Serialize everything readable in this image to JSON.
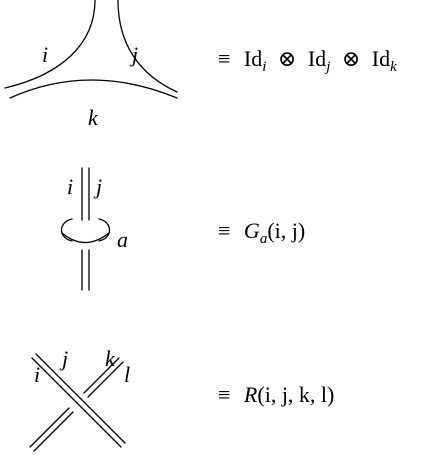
{
  "rows": [
    {
      "id": "vertex",
      "labels": {
        "i": "i",
        "j": "j",
        "k": "k"
      },
      "equation": {
        "equiv": "≡",
        "id": "Id",
        "otimes": "⊗",
        "sub_i": "i",
        "sub_j": "j",
        "sub_k": "k"
      }
    },
    {
      "id": "loop",
      "labels": {
        "i": "i",
        "j": "j",
        "a": "a"
      },
      "equation": {
        "equiv": "≡",
        "G": "G",
        "sub_a": "a",
        "args": "(i, j)"
      }
    },
    {
      "id": "crossing",
      "labels": {
        "i": "i",
        "j": "j",
        "k": "k",
        "l": "l"
      },
      "equation": {
        "equiv": "≡",
        "R": "R",
        "args": "(i, j, k, l)"
      }
    }
  ]
}
